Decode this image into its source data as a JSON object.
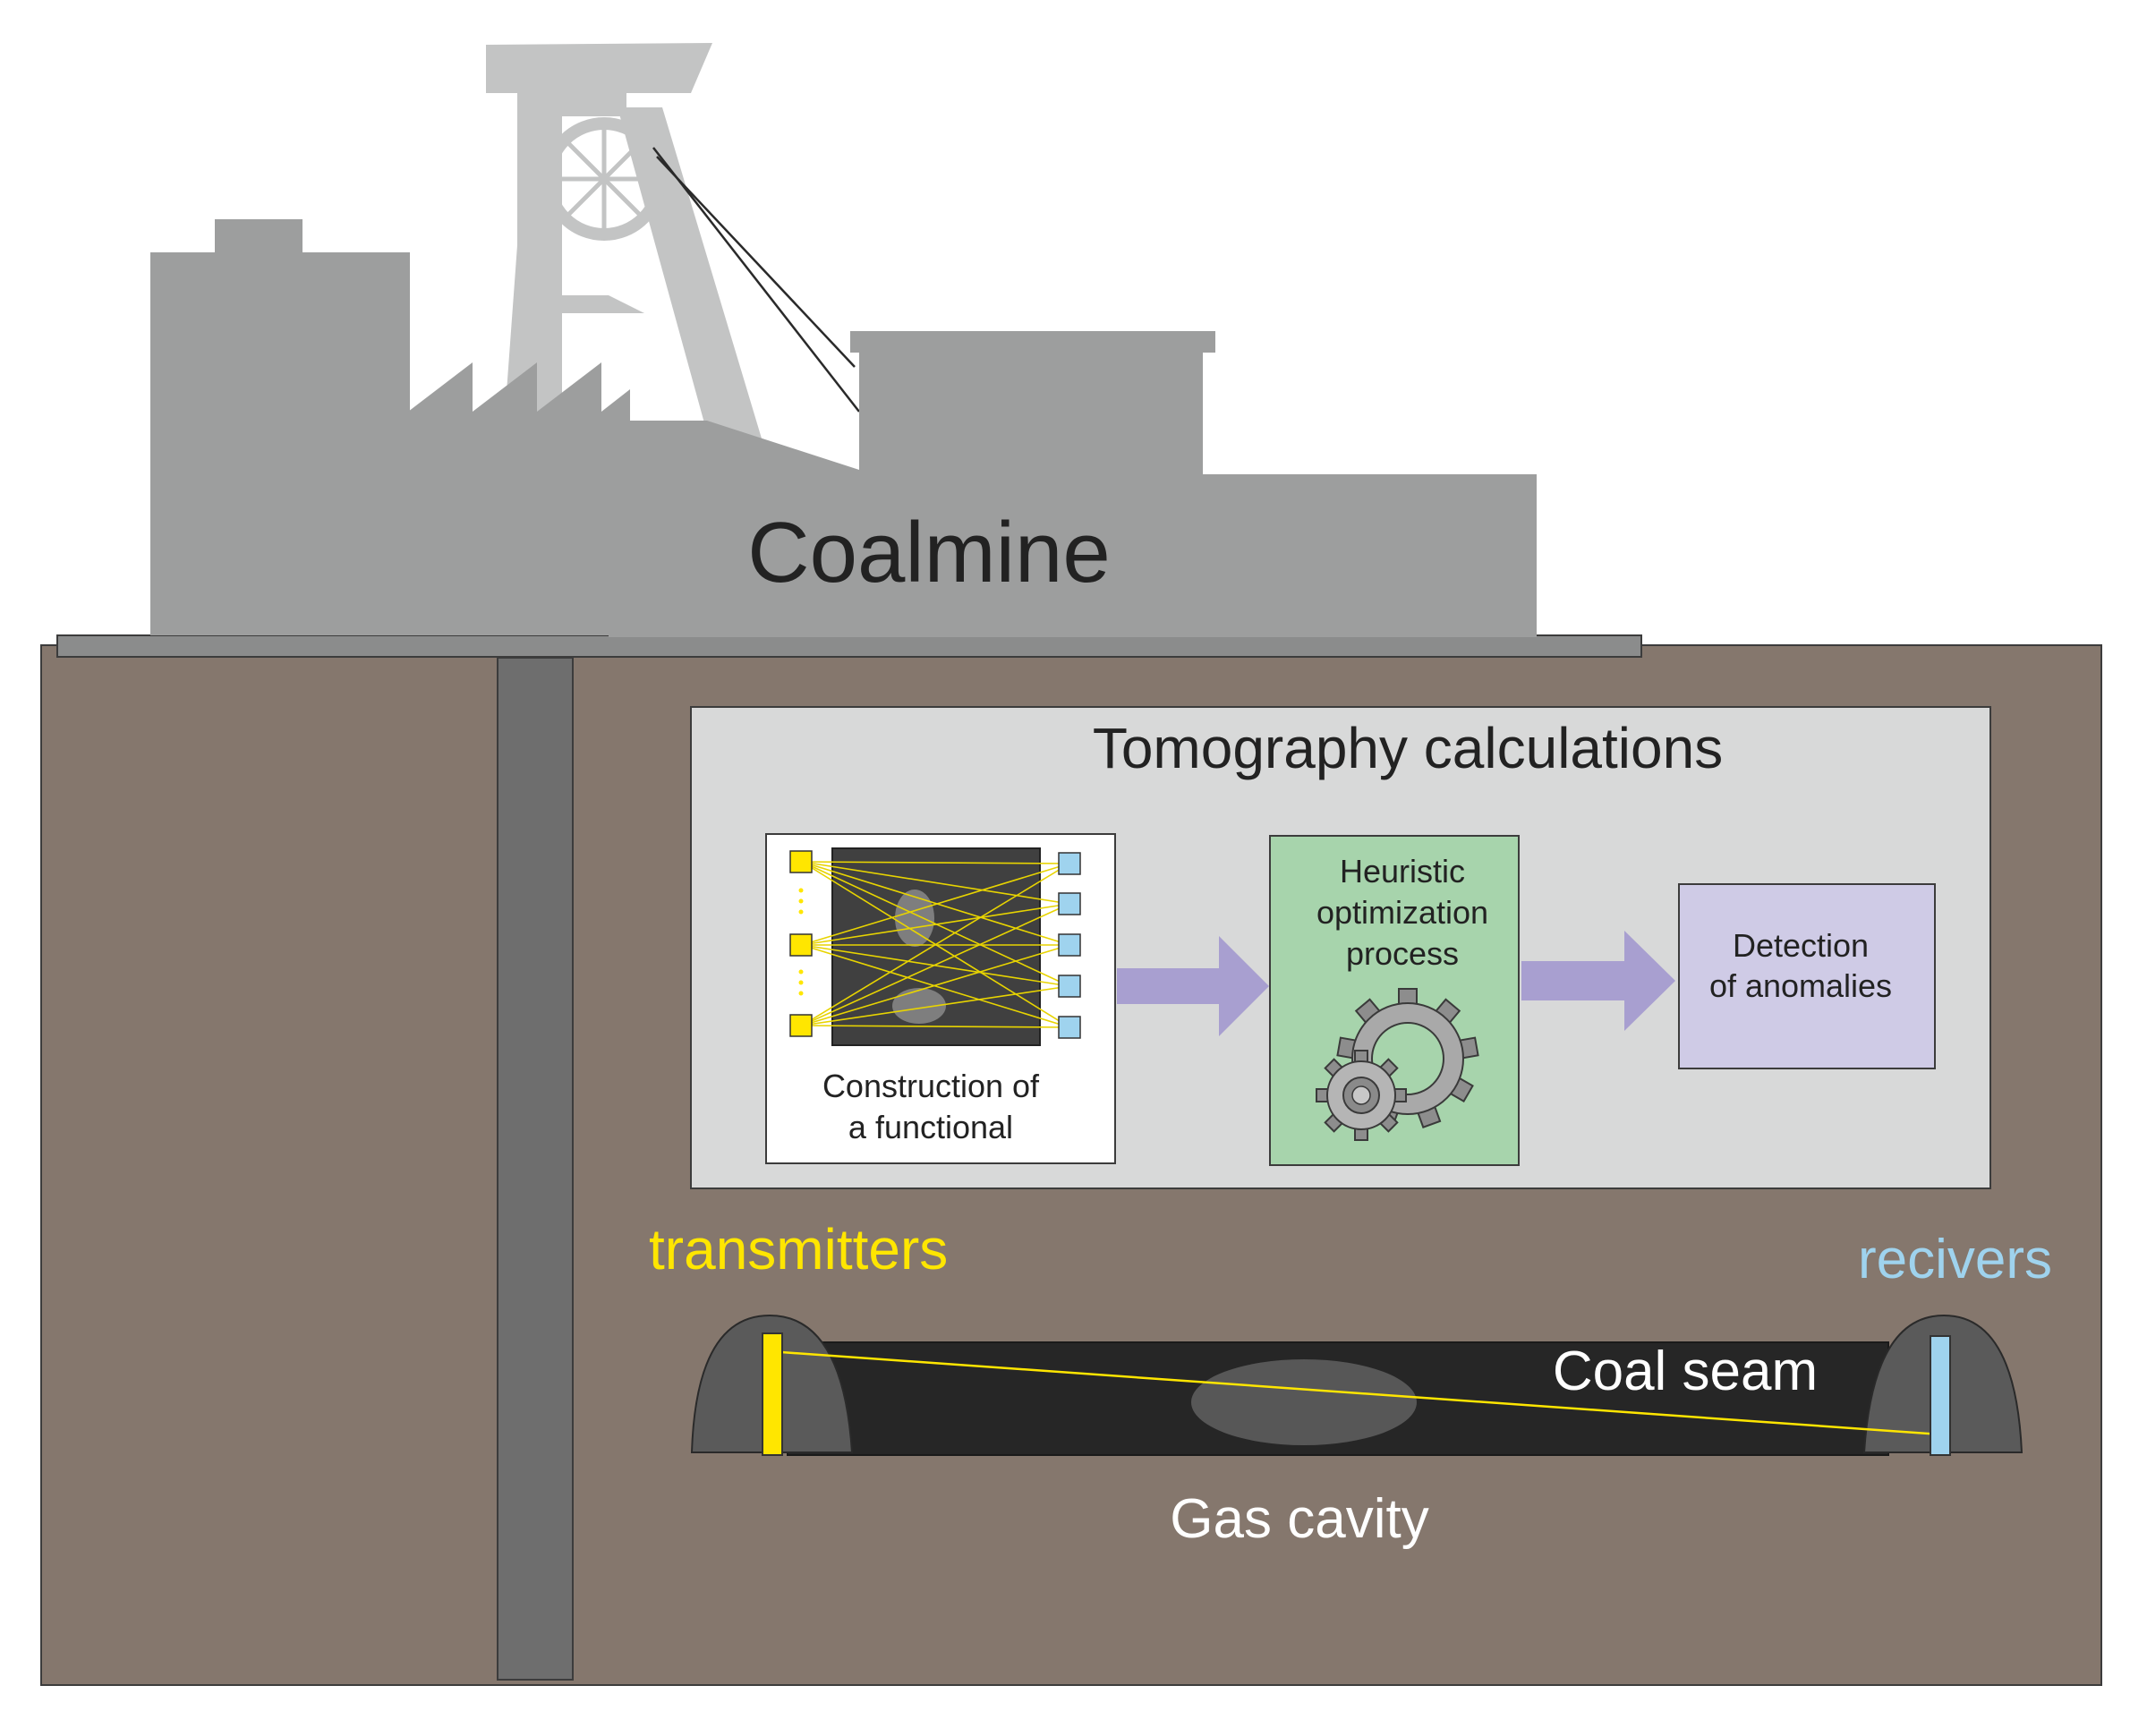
{
  "labels": {
    "coalmine": "Coalmine",
    "tomography_title": "Tomography calculations",
    "construction_line1": "Construction of",
    "construction_line2": "a functional",
    "heuristic_line1": "Heuristic",
    "heuristic_line2": "optimization",
    "heuristic_line3": "process",
    "detection_line1": "Detection",
    "detection_line2": "of anomalies",
    "transmitters": "transmitters",
    "receivers": "recivers",
    "coal_seam": "Coal seam",
    "gas_cavity": "Gas cavity"
  },
  "icons": {
    "process": "gears-icon",
    "flow": "arrow-right-icon"
  },
  "colors": {
    "ground": "#85776d",
    "building": "#9d9e9e",
    "headframe": "#c3c4c4",
    "shaft": "#6e6e6e",
    "panel": "#d8d9d9",
    "process_box": "#a7d4ac",
    "detection_box": "#cfcbe6",
    "arrow": "#a89fd0",
    "transmitter": "#ffe600",
    "receiver": "#9fd3ee",
    "coal_seam": "#262626",
    "tunnel": "#5a5a5a",
    "gas_cavity": "#575757"
  }
}
